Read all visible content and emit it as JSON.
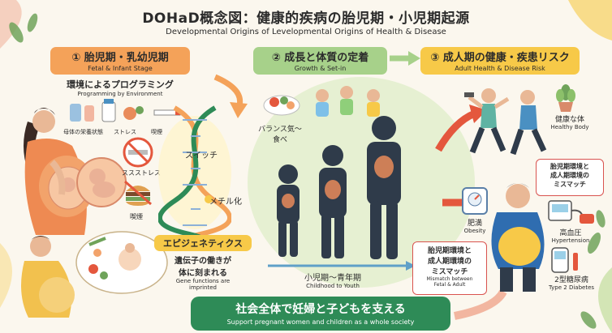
{
  "header": {
    "title": "DOHaD概念図：健康的疾病の胎児期・小児期起源",
    "subtitle": "Developmental Origins of Levelopmental Origins of Health & Disease"
  },
  "stage1": {
    "title": "① 胎児期・乳幼児期",
    "subtitle_en": "Fetal & Infant Stage",
    "heading": "環境によるプログラミング",
    "heading_en": "Programming by Environment",
    "icon_labels": [
      "母体の栄養状態",
      "ストレス",
      "喫煙"
    ],
    "stress_label": "ススストレス",
    "smoke_label": "喫煙"
  },
  "dna": {
    "switch_label": "スイッチ",
    "methyl_label": "メチル化",
    "epigenetics_title": "エピジェネティクス",
    "gene_text_line1": "遺伝子の働きが",
    "gene_text_line2": "体に刻まれる",
    "gene_text_en_line1": "Gene functions are",
    "gene_text_en_line2": "imprinted"
  },
  "stage2": {
    "title": "② 成長と体質の定着",
    "subtitle_en": "Growth & Set-in",
    "balance_label_line1": "バランス気〜",
    "balance_label_line2": "食べ",
    "timeline_label": "小児期〜青年期",
    "timeline_label_en": "Childhood to Youth"
  },
  "stage3": {
    "title": "③ 成人期の健康・疾患リスク",
    "subtitle_en": "Adult Health & Disease Risk",
    "healthy_label": "健康な体",
    "healthy_label_en": "Healthy Body",
    "mismatch_top_line1": "胎児期環境と",
    "mismatch_top_line2": "成人期環境の",
    "mismatch_top_line3": "ミスマッチ",
    "obesity_label": "肥満",
    "obesity_label_en": "Obesity",
    "hypertension_label": "高血圧",
    "hypertension_label_en": "Hypertension",
    "diabetes_label": "2型糖尿病",
    "diabetes_label_en": "Type 2 Diabetes"
  },
  "mismatch_center": {
    "line1": "胎児期環境と",
    "line2": "成人期環境の",
    "line3": "ミスマッチ",
    "en_line1": "Mismatch between",
    "en_line2": "Fetal & Adult"
  },
  "banner": {
    "title": "社会全体で妊婦と子どもを支える",
    "subtitle_en": "Support pregnant women and children as a whole society"
  },
  "colors": {
    "stage1": "#f4a259",
    "stage2": "#a7d18a",
    "stage3": "#f7c948",
    "banner": "#2e8b57",
    "risk": "#d9534f"
  }
}
